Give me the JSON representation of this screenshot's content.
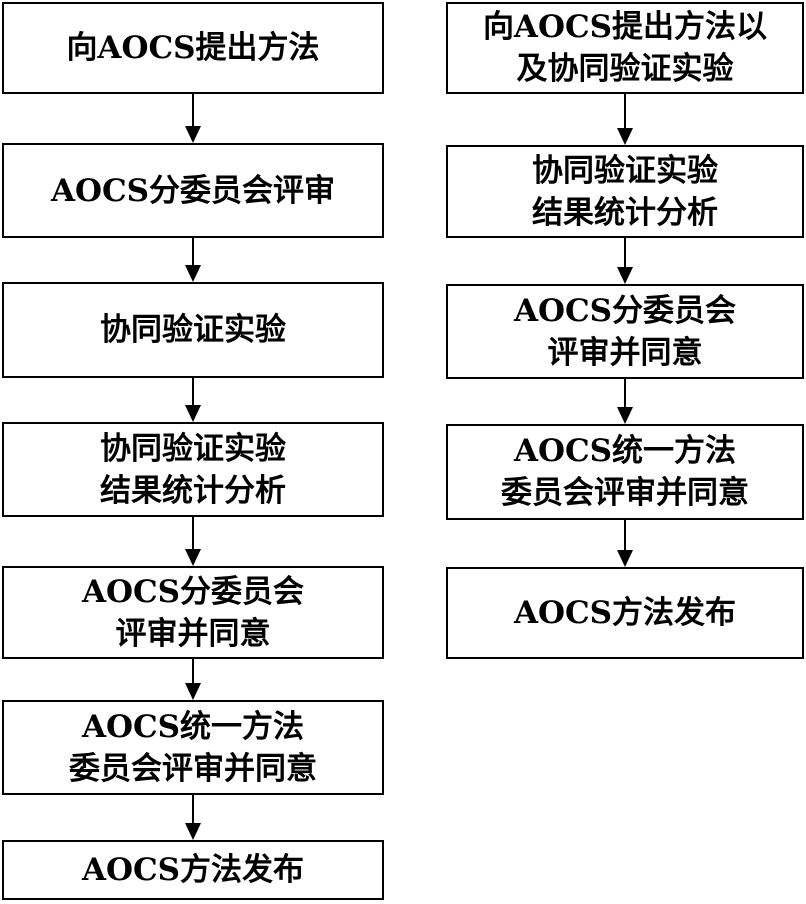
{
  "colors": {
    "line": "#000000",
    "background": "#ffffff"
  },
  "left_column": {
    "steps": [
      {
        "label": "向AOCS提出方法"
      },
      {
        "label": "AOCS分委员会评审"
      },
      {
        "label": "协同验证实验"
      },
      {
        "label": "协同验证实验\n结果统计分析"
      },
      {
        "label": "AOCS分委员会\n评审并同意"
      },
      {
        "label": "AOCS统一方法\n委员会评审并同意"
      },
      {
        "label": "AOCS方法发布"
      }
    ]
  },
  "right_column": {
    "steps": [
      {
        "label": "向AOCS提出方法以\n及协同验证实验"
      },
      {
        "label": "协同验证实验\n结果统计分析"
      },
      {
        "label": "AOCS分委员会\n评审并同意"
      },
      {
        "label": "AOCS统一方法\n委员会评审并同意"
      },
      {
        "label": "AOCS方法发布"
      }
    ]
  }
}
